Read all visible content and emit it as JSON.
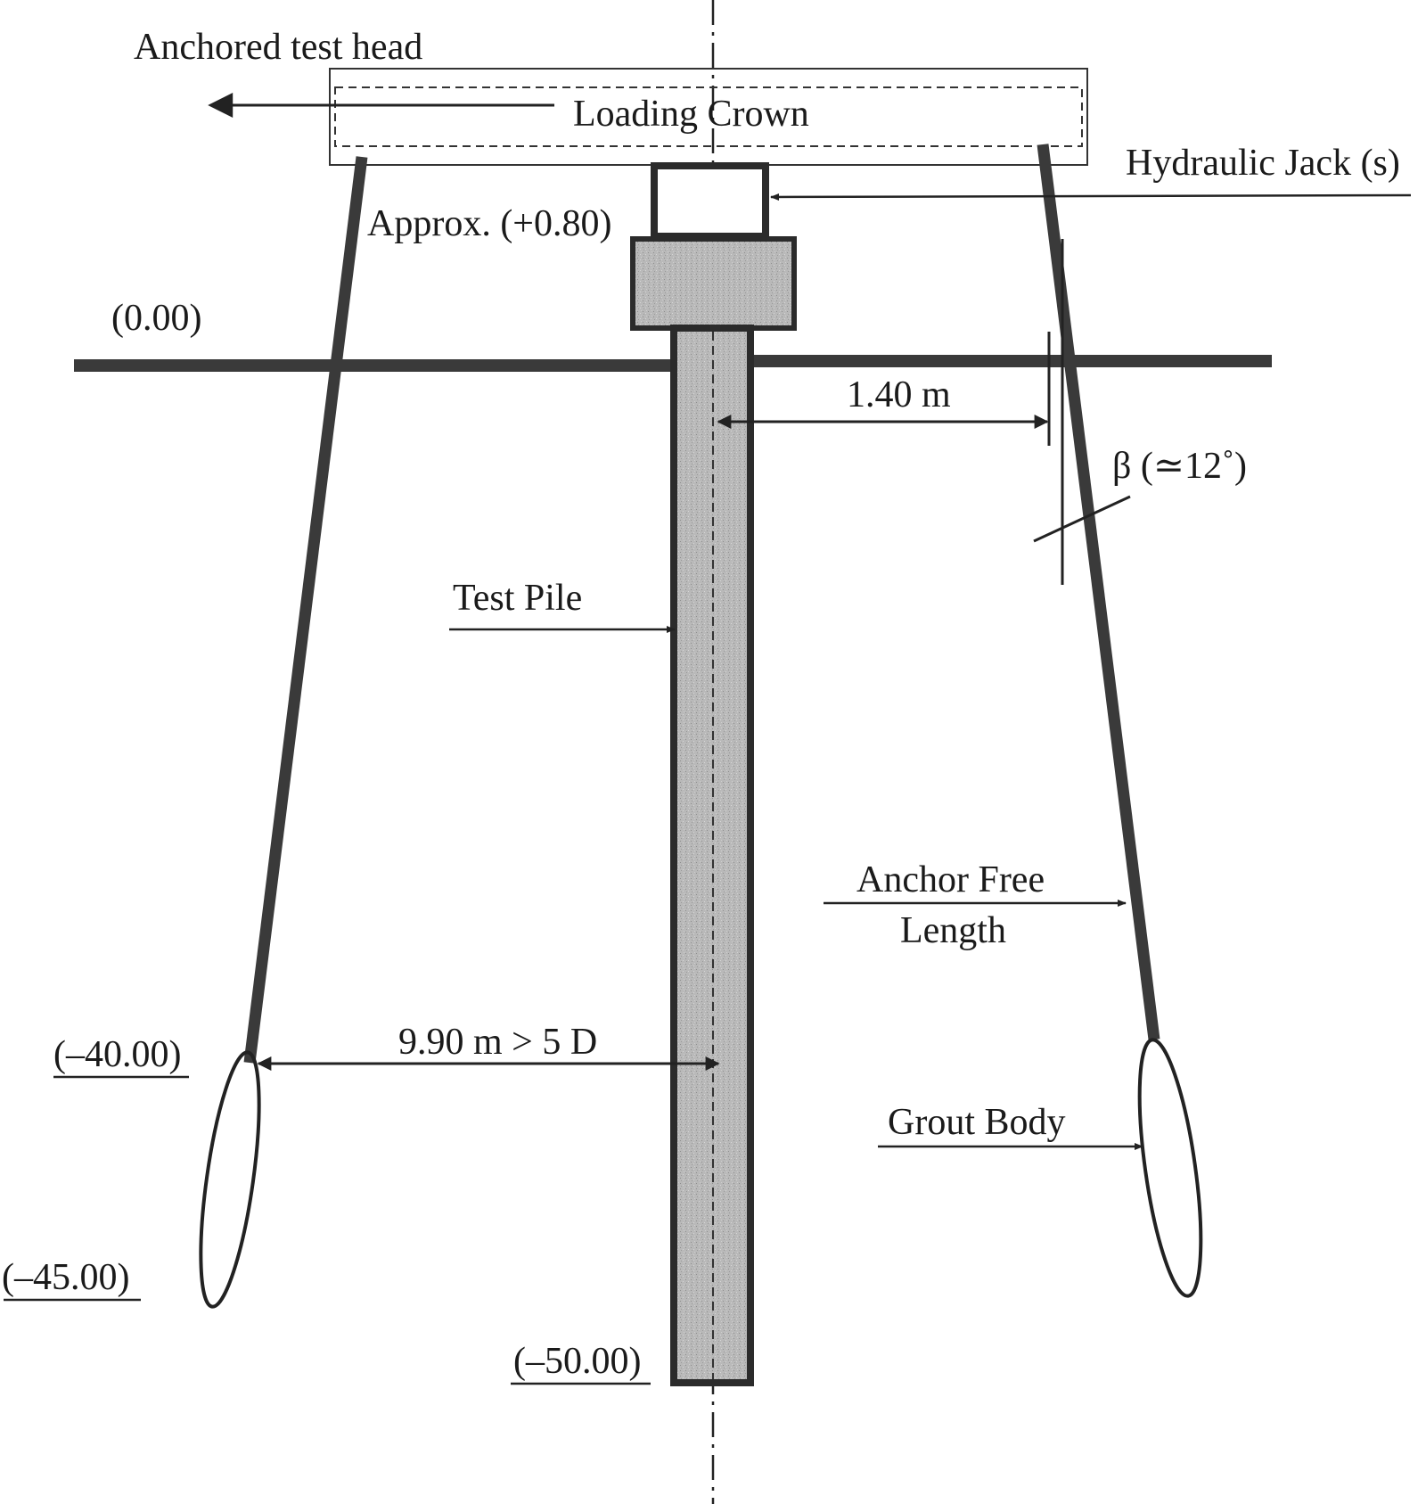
{
  "labels": {
    "anchored_test_head": "Anchored test head",
    "loading_crown": "Loading Crown",
    "hydraulic_jack": "Hydraulic Jack (s)",
    "approx_level": "Approx. (+0.80)",
    "ground_level": "(0.00)",
    "spacing_top": "1.40 m",
    "angle": "β (≃12˚)",
    "test_pile": "Test Pile",
    "anchor_free_length_1": "Anchor Free",
    "anchor_free_length_2": "Length",
    "spacing_bottom": "9.90 m > 5 D",
    "grout_body": "Grout Body",
    "level_m40": "(–40.00)",
    "level_m45": "(–45.00)",
    "level_m50": "(–50.00)"
  }
}
